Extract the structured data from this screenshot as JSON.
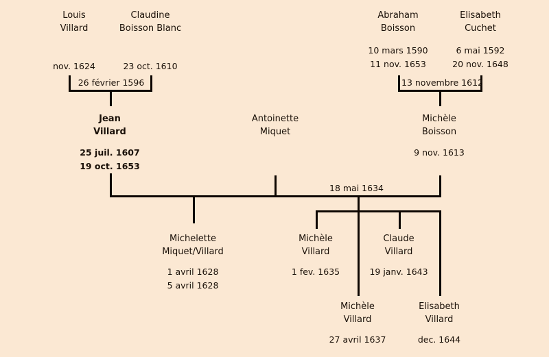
{
  "document": {
    "title": "Arbre généalogique Villard / Boisson",
    "background_color": "#FBE8D3",
    "line_color": "#0d0600",
    "text_color": "#1a1008"
  },
  "generation1": {
    "louis": {
      "first_name": "Louis",
      "last_name": "Villard",
      "date1": "nov. 1624"
    },
    "claudine": {
      "first_name": "Claudine",
      "last_name": "Boisson Blanc",
      "date1": "23 oct. 1610"
    },
    "abraham": {
      "first_name": "Abraham",
      "last_name": "Boisson",
      "date1": "10 mars 1590",
      "date2": "11 nov. 1653"
    },
    "elisabeth": {
      "first_name": "Elisabeth",
      "last_name": "Cuchet",
      "date1": "6 mai 1592",
      "date2": "20 nov. 1648"
    }
  },
  "marriages": {
    "villard_boissonblanc": "26 février 1596",
    "boisson_cuchet": "13 novembre 1612",
    "jean_michele": "18 mai 1634"
  },
  "generation2": {
    "jean": {
      "first_name": "Jean",
      "last_name": "Villard",
      "date1": "25 juil. 1607",
      "date2": "19 oct. 1653",
      "emphasis": "bold"
    },
    "antoinette": {
      "first_name": "Antoinette",
      "last_name": "Miquet"
    },
    "michele_boisson": {
      "first_name": "Michèle",
      "last_name": "Boisson",
      "date1": "9 nov. 1613"
    }
  },
  "generation3": {
    "michelette": {
      "first_name": "Michelette",
      "last_name": "Miquet/Villard",
      "date1": "1 avril 1628",
      "date2": "5 avril 1628"
    },
    "michele_villard_1635": {
      "first_name": "Michèle",
      "last_name": "Villard",
      "date1": "1 fev. 1635"
    },
    "claude": {
      "first_name": "Claude",
      "last_name": "Villard",
      "date1": "19 janv. 1643"
    },
    "michele_villard_1637": {
      "first_name": "Michèle",
      "last_name": "Villard",
      "date1": "27 avril 1637"
    },
    "elisabeth_villard": {
      "first_name": "Elisabeth",
      "last_name": "Villard",
      "date1": "dec. 1644"
    }
  }
}
